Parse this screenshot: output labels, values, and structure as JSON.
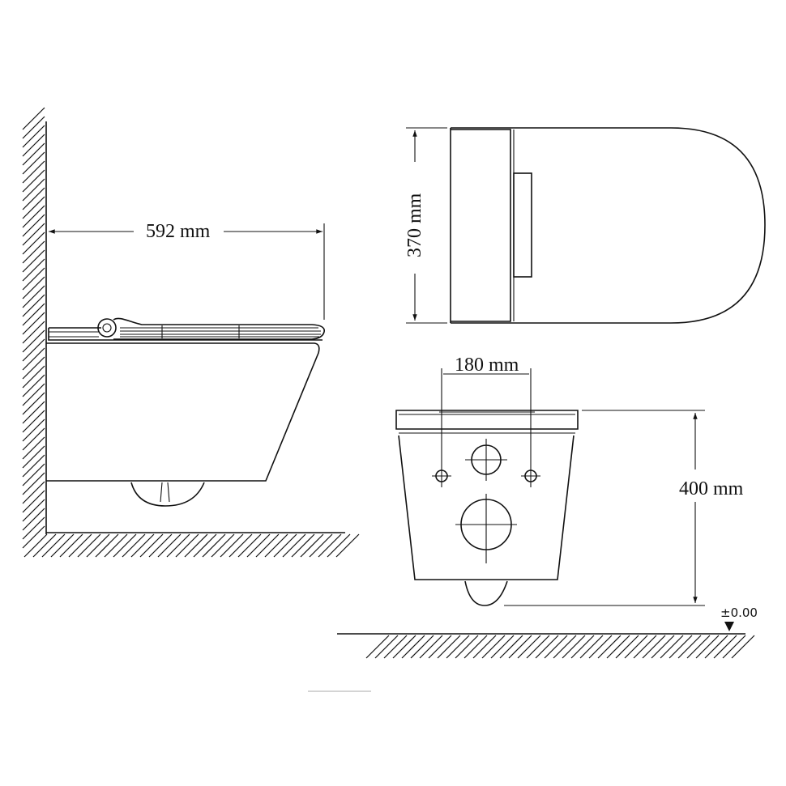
{
  "views": {
    "side": {
      "depth_label": "592 mm"
    },
    "top": {
      "width_label": "370 mm"
    },
    "front": {
      "bolt_spacing_label": "180 mm",
      "height_label": "400 mm",
      "floor_level_label": "±0.00"
    }
  },
  "colors": {
    "line": "#111111",
    "background": "#ffffff"
  }
}
